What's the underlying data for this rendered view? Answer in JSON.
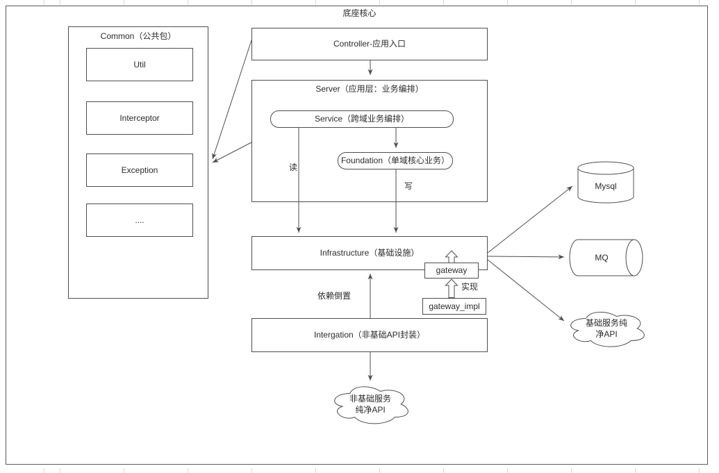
{
  "title": "底座核心",
  "colors": {
    "stroke": "#4d4d4d",
    "text": "#2b2b2b",
    "background": "#ffffff"
  },
  "common": {
    "title": "Common（公共包）",
    "items": [
      "Util",
      "Interceptor",
      "Exception",
      "...."
    ]
  },
  "nodes": {
    "controller": "Controller-应用入口",
    "server": "Server（应用层：业务编排）",
    "service": "Service（跨域业务编排）",
    "foundation": "Foundation（单域核心业务）",
    "infrastructure": "Infrastructure（基础设施）",
    "gateway": "gateway",
    "gateway_impl": "gateway_impl",
    "intergation": "Intergation（非基础API封装）",
    "mysql": "Mysql",
    "mq": "MQ",
    "cloud_non_base": {
      "line1": "非基础服务",
      "line2": "纯净API"
    },
    "cloud_base": {
      "line1": "基础服务纯",
      "line2": "净API"
    }
  },
  "edge_labels": {
    "read": "读",
    "write": "写",
    "dependency_inversion": "依赖倒置",
    "implements": "实现"
  }
}
